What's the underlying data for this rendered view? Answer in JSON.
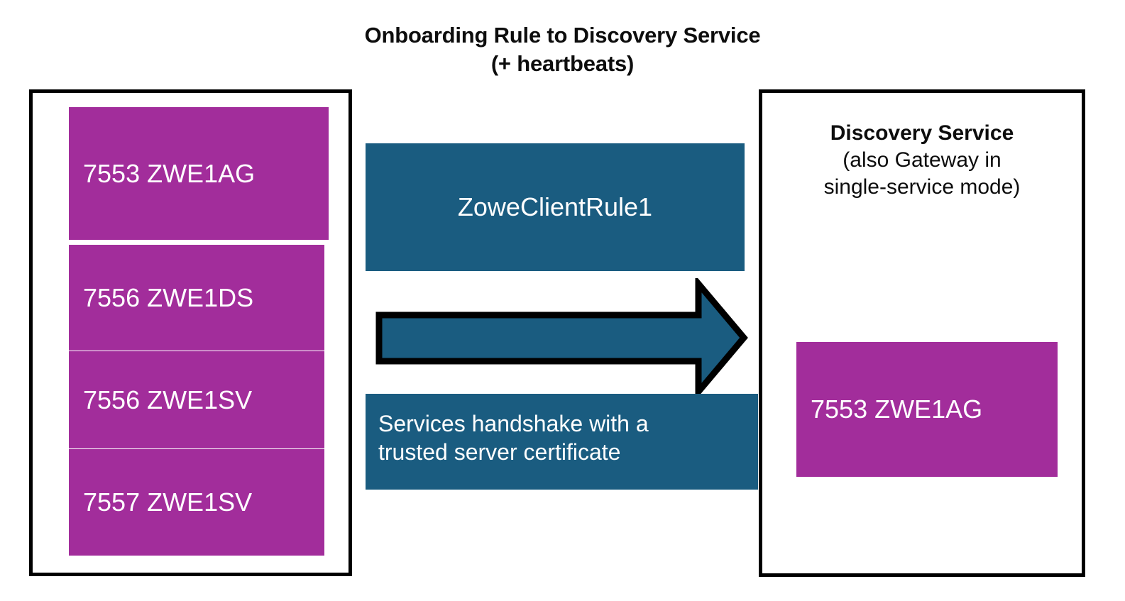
{
  "title": {
    "line1": "Onboarding Rule to Discovery Service",
    "line2": "(+ heartbeats)"
  },
  "colors": {
    "purple": "#a22d9b",
    "teal": "#1a5c80",
    "outline": "#000000",
    "text_on_fill": "#ffffff",
    "heading_text": "#0d0d0d"
  },
  "left_panel": {
    "services": [
      {
        "label": "7553 ZWE1AG"
      },
      {
        "label": "7556 ZWE1DS"
      },
      {
        "label": "7556 ZWE1SV"
      },
      {
        "label": "7557 ZWE1SV"
      }
    ]
  },
  "center": {
    "rule_label": "ZoweClientRule1",
    "handshake_line1": "Services handshake with a",
    "handshake_line2": "trusted server certificate",
    "arrow_icon": "right-block-arrow-icon"
  },
  "right_panel": {
    "heading_bold": "Discovery Service",
    "heading_sub_line1": "(also Gateway in",
    "heading_sub_line2": "single-service mode)",
    "service_label": "7553 ZWE1AG"
  }
}
